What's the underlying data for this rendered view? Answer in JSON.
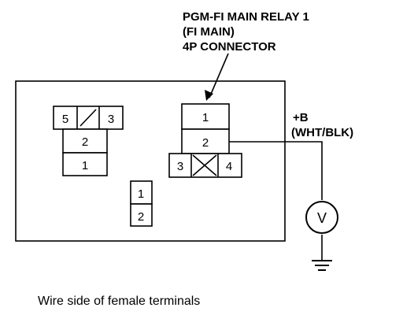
{
  "relay_label": {
    "line1": "PGM-FI MAIN RELAY 1",
    "line2": "(FI MAIN)",
    "line3": "4P CONNECTOR"
  },
  "supply_label": {
    "symbol": "+B",
    "wire": "(WHT/BLK)"
  },
  "meter_symbol": "V",
  "left_connector": {
    "top_left": "5",
    "top_right": "3",
    "middle": "2",
    "bottom": "1"
  },
  "main_connector": {
    "top": "1",
    "middle": "2",
    "bottom_left": "3",
    "bottom_right": "4"
  },
  "small_connector": {
    "top": "1",
    "bottom": "2"
  },
  "caption": "Wire side of female terminals"
}
